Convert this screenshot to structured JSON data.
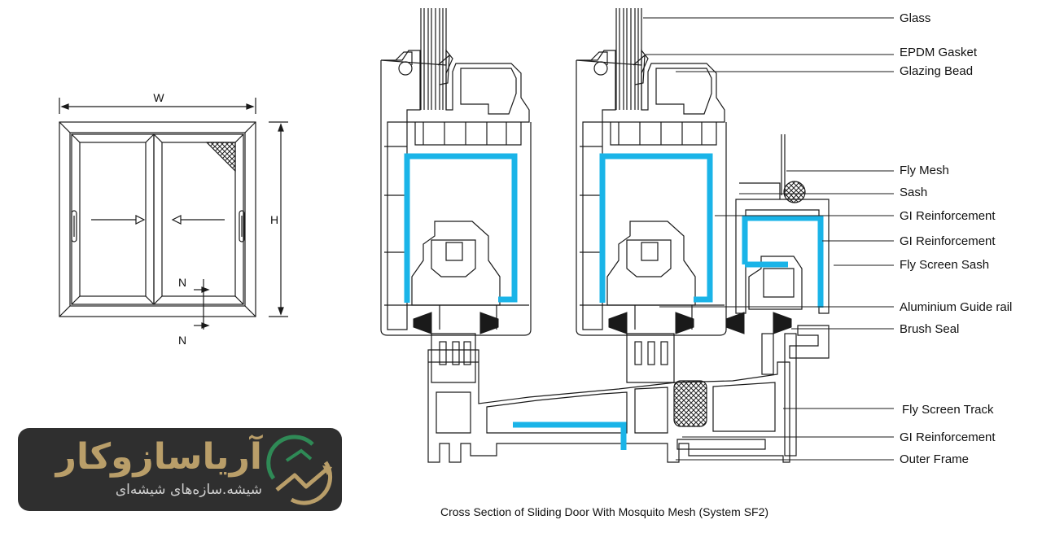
{
  "elevation": {
    "width_label": "W",
    "height_label": "H",
    "section_mark_top": "N",
    "section_mark_bottom": "N"
  },
  "callouts": [
    {
      "label": "Glass"
    },
    {
      "label": "EPDM Gasket"
    },
    {
      "label": "Glazing Bead"
    },
    {
      "label": "Fly Mesh"
    },
    {
      "label": "Sash"
    },
    {
      "label": "GI Reinforcement"
    },
    {
      "label": "GI Reinforcement"
    },
    {
      "label": "Fly Screen Sash"
    },
    {
      "label": "Aluminium Guide rail"
    },
    {
      "label": "Brush Seal"
    },
    {
      "label": "Fly Screen Track"
    },
    {
      "label": "GI Reinforcement"
    },
    {
      "label": "Outer Frame"
    }
  ],
  "caption": "Cross Section of Sliding Door With Mosquito Mesh (System SF2)",
  "logo": {
    "name_fa": "آریاسازوکار",
    "tagline_fa": "شیشه.سازه‌های شیشه‌ای"
  },
  "colors": {
    "line": "#1a1a1a",
    "reinforcement": "#1ab4e8",
    "logo_bg": "#2f2f2f",
    "logo_gold": "#b99e69",
    "logo_green": "#2f8a56"
  }
}
